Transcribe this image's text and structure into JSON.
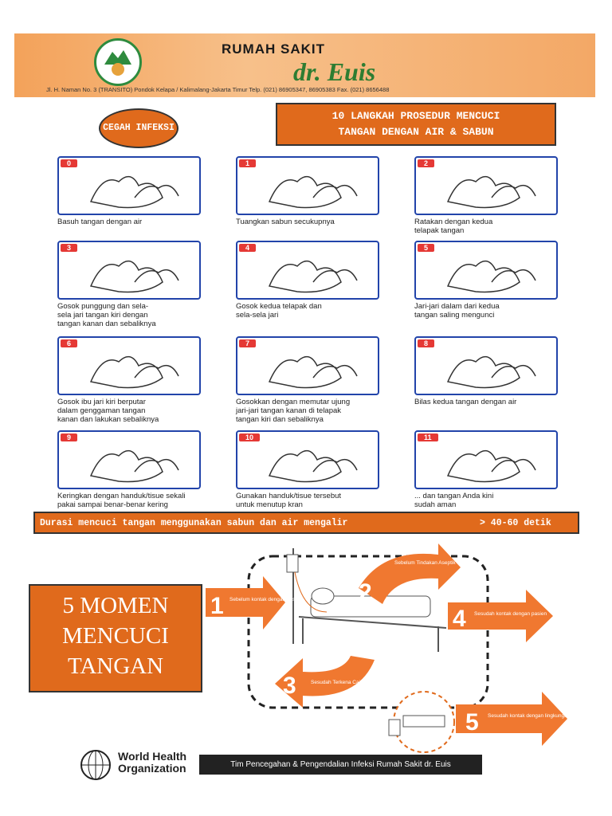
{
  "header": {
    "title": "RUMAH SAKIT",
    "name": "dr. Euis",
    "address": "Jl. H. Naman No. 3 (TRANSITO) Pondok Kelapa / Kalimalang-Jakarta Timur Telp. (021) 86905347, 86905383 Fax. (021) 8656488"
  },
  "badge": "CEGAH\nINFEKSI",
  "main_title": "10 LANGKAH PROSEDUR MENCUCI\nTANGAN DENGAN AIR & SABUN",
  "steps": [
    {
      "num": "0",
      "caption": "Basuh tangan dengan air"
    },
    {
      "num": "1",
      "caption": "Tuangkan sabun secukupnya"
    },
    {
      "num": "2",
      "caption": "Ratakan dengan kedua\ntelapak tangan"
    },
    {
      "num": "3",
      "caption": "Gosok punggung dan sela-\nsela jari tangan kiri dengan\ntangan kanan dan sebaliknya"
    },
    {
      "num": "4",
      "caption": "Gosok kedua telapak dan\nsela-sela jari"
    },
    {
      "num": "5",
      "caption": "Jari-jari dalam dari kedua\ntangan saling mengunci"
    },
    {
      "num": "6",
      "caption": "Gosok ibu jari kiri berputar\ndalam genggaman tangan\nkanan dan lakukan sebaliknya"
    },
    {
      "num": "7",
      "caption": "Gosokkan dengan memutar ujung\njari-jari tangan kanan di telapak\ntangan kiri dan sebaliknya"
    },
    {
      "num": "8",
      "caption": "Bilas kedua tangan dengan air"
    },
    {
      "num": "9",
      "caption": "Keringkan dengan handuk/tisue sekali\npakai sampai benar-benar kering"
    },
    {
      "num": "10",
      "caption": "Gunakan handuk/tisue tersebut\nuntuk menutup kran"
    },
    {
      "num": "11",
      "caption": "... dan tangan Anda kini\nsudah aman"
    }
  ],
  "duration": {
    "label": "Durasi mencuci tangan menggunakan sabun dan air mengalir",
    "value": "> 40-60 detik"
  },
  "moments_title": "5 MOMEN\nMENCUCI\nTANGAN",
  "moments": [
    {
      "num": "1",
      "text": "Sebelum kontak dengan pasien"
    },
    {
      "num": "2",
      "text": "Sebelum Tindakan Aseptik"
    },
    {
      "num": "3",
      "text": "Sesudah Terkena Cairan Tubuh Pasien"
    },
    {
      "num": "4",
      "text": "Sesudah kontak dengan pasien"
    },
    {
      "num": "5",
      "text": "Sesudah kontak dengan lingkungan pasien"
    }
  ],
  "who": "World Health\nOrganization",
  "footer": "Tim Pencegahan & Pengendalian Infeksi Rumah Sakit dr. Euis",
  "colors": {
    "orange": "#e06a1c",
    "blue": "#2244aa",
    "green": "#2e7d32"
  }
}
